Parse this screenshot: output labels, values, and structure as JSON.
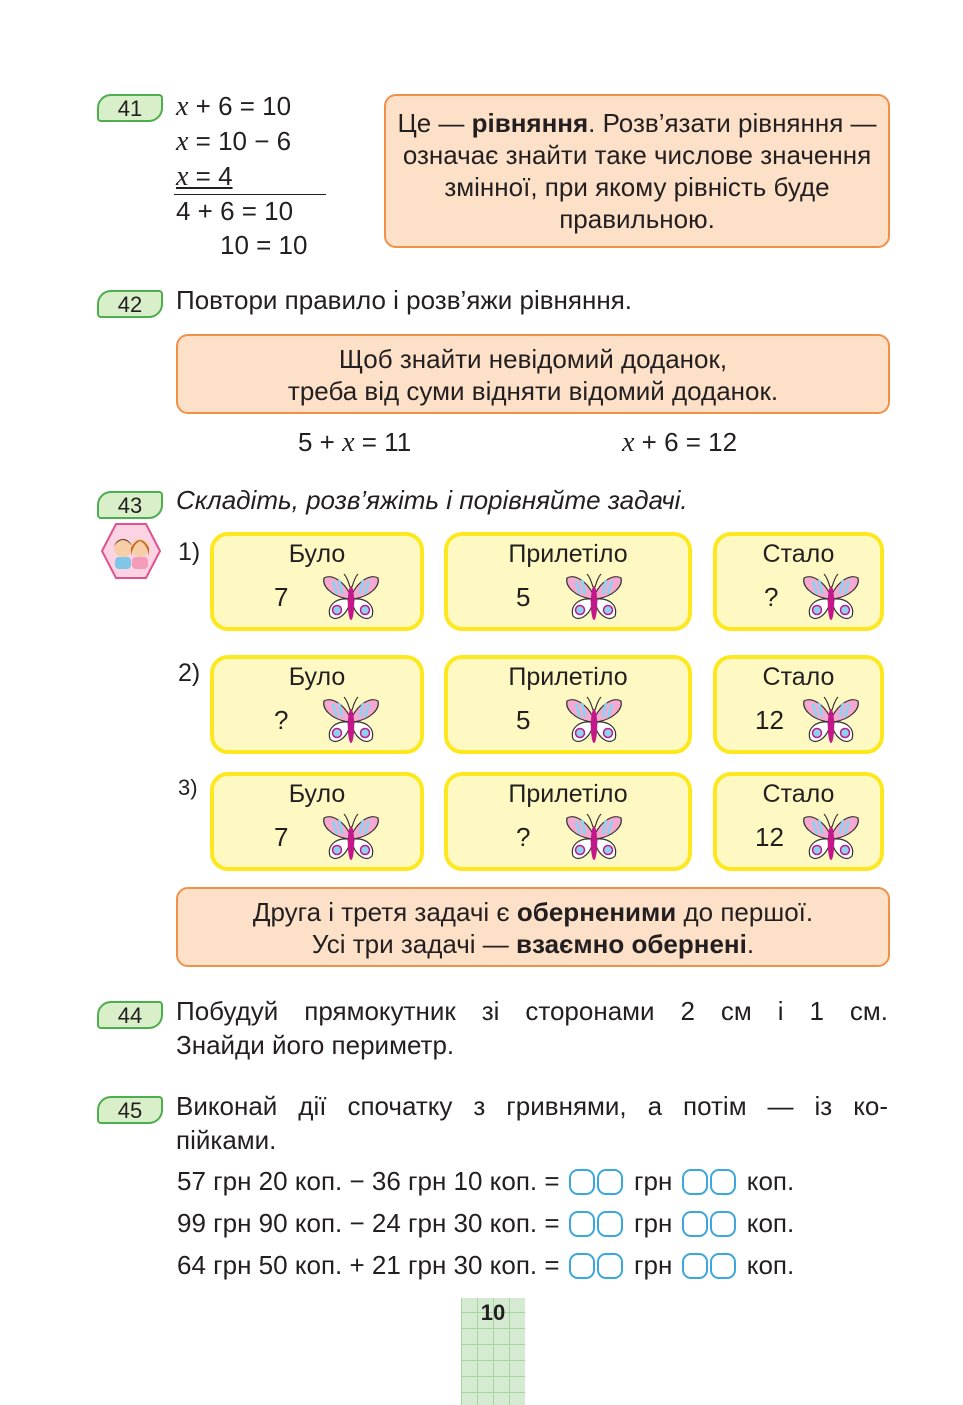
{
  "ex41": {
    "number": "41",
    "lines": [
      {
        "pre": "x",
        "post": " + 6 = 10"
      },
      {
        "pre": "x",
        "post": " = 10 − 6"
      },
      {
        "pre": "x",
        "post": " = 4"
      },
      {
        "pre": "",
        "post": "4 + 6 = 10"
      },
      {
        "pre": "",
        "post": "10 = 10"
      }
    ],
    "rule": {
      "part1": "Це — ",
      "bold": "рівняння",
      "part2": ". Розв’язати рівняння — означає знайти таке числове значення змінної, при якому рівність буде правильною."
    }
  },
  "ex42": {
    "number": "42",
    "task": "Повтори правило і розв’яжи рівняння.",
    "rule_line1": "Щоб знайти невідомий доданок,",
    "rule_line2": "треба від суми відняти відомий доданок.",
    "eq1": {
      "left": "5 + ",
      "var": "x",
      "right": " = 11"
    },
    "eq2": {
      "var": "x",
      "right": " + 6 = 12"
    }
  },
  "ex43": {
    "number": "43",
    "task": "Складіть, розв’яжіть і порівняйте задачі.",
    "problems": [
      {
        "label": "1)",
        "cells": [
          {
            "caption": "Було",
            "value": "7"
          },
          {
            "caption": "Прилетіло",
            "value": "5"
          },
          {
            "caption": "Стало",
            "value": "?"
          }
        ]
      },
      {
        "label": "2)",
        "cells": [
          {
            "caption": "Було",
            "value": "?"
          },
          {
            "caption": "Прилетіло",
            "value": "5"
          },
          {
            "caption": "Стало",
            "value": "12"
          }
        ]
      },
      {
        "label": "3)",
        "cells": [
          {
            "caption": "Було",
            "value": "7"
          },
          {
            "caption": "Прилетіло",
            "value": "?"
          },
          {
            "caption": "Стало",
            "value": "12"
          }
        ]
      }
    ],
    "note": {
      "l1_a": "Друга і третя задачі є ",
      "l1_bold": "оберненими",
      "l1_b": " до першої.",
      "l2_a": "Усі три задачі — ",
      "l2_bold": "взаємно обернені",
      "l2_b": "."
    }
  },
  "ex44": {
    "number": "44",
    "line1": "Побудуй прямокутник зі сторонами 2 см і 1 см.",
    "line2": "Знайди його периметр."
  },
  "ex45": {
    "number": "45",
    "line1": "Виконай дії спочатку з гривнями, а потім — із ко-",
    "line2": "пійками.",
    "unit_uah": "грн",
    "unit_kop": "коп.",
    "equations": [
      "57 грн 20 коп. − 36 грн 10 коп. =",
      "99 грн 90 коп. − 24 грн 30 коп. =",
      "64 грн 50 коп. + 21 грн 30 коп. ="
    ]
  },
  "page_number": "10",
  "colors": {
    "badge_border": "#4cae4c",
    "badge_fill": "#d9efc9",
    "rule_fill": "#fde0c8",
    "rule_border": "#f0914a",
    "card_fill": "#fef9c3",
    "card_border": "#fde820",
    "answer_box": "#3ba7dd"
  }
}
